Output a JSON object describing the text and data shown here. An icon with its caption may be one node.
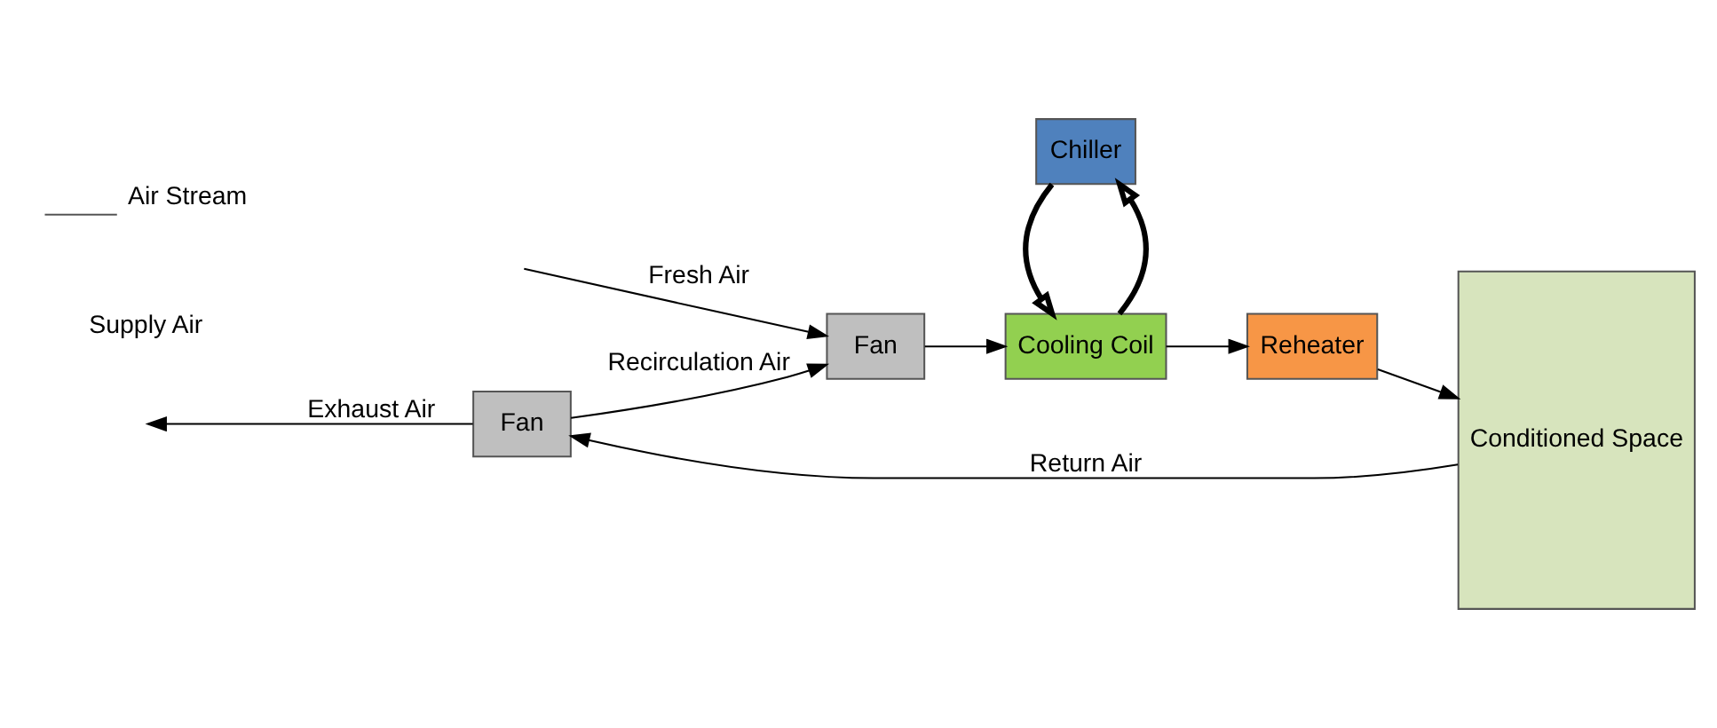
{
  "diagram": {
    "nodes": [
      {
        "text": [
          "Fan"
        ]
      },
      {
        "text": [
          "Conditioned Space"
        ]
      },
      {
        "text": [
          "Fan"
        ]
      },
      {
        "text": [
          "Cooling Coil"
        ]
      },
      {
        "text": [
          "Reheater"
        ]
      },
      {
        "text": [
          "Chiller"
        ]
      }
    ],
    "edges": [
      {
        "from": 1,
        "to": 0,
        "arrow": "to",
        "label": "Return Air"
      },
      {
        "from": 0,
        "to": null,
        "arrow": "to",
        "label": "Exhaust Air"
      },
      {
        "from": 0,
        "to": 2,
        "arrow": "to",
        "label": "Recirculation Air"
      },
      {
        "from": null,
        "to": 2,
        "arrow": "to",
        "label": "Fresh Air"
      },
      {
        "from": 2,
        "to": 3,
        "arrow": "to"
      },
      {
        "from": 3,
        "to": 4,
        "arrow": "to"
      },
      {
        "from": 4,
        "to": 1,
        "arrow": "to"
      },
      {
        "from": 3,
        "to": 5,
        "arrow": "to",
        "style": "thick"
      },
      {
        "from": 5,
        "to": 3,
        "arrow": "to",
        "style": "thick"
      }
    ],
    "labels": [
      "Supply Air"
    ],
    "legend": [
      {
        "text": "Air Stream"
      }
    ]
  }
}
